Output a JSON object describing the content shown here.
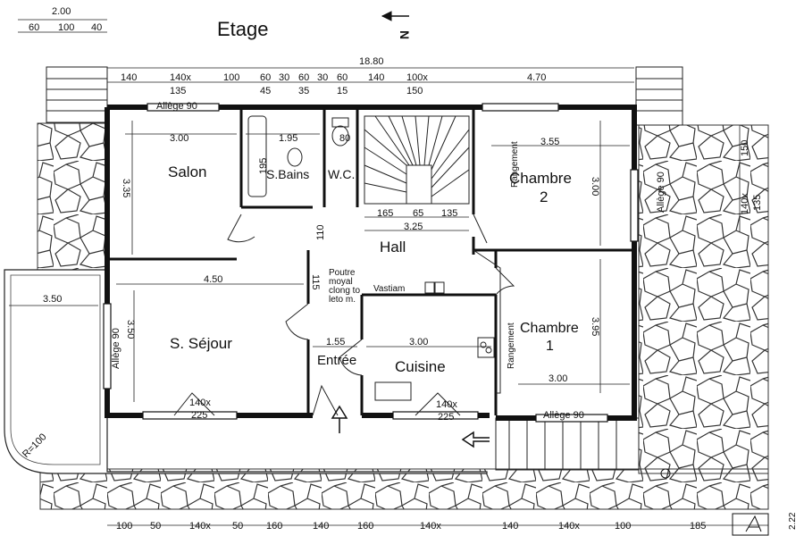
{
  "title": "Etage",
  "north_label": "N",
  "total_width": "18.80",
  "top_left_dims": {
    "total": "2.00",
    "parts": [
      "60",
      "100",
      "40"
    ]
  },
  "top_dims_row1": [
    "140",
    "140x",
    "100",
    "60",
    "30",
    "60",
    "30",
    "60",
    "140",
    "100x",
    "4.70"
  ],
  "top_dims_row2": [
    "135",
    "45",
    "35",
    "15",
    "150"
  ],
  "right_dims": [
    "150",
    "140x",
    "135"
  ],
  "rooms": {
    "salon": "Salon",
    "bains": "S.Bains",
    "wc": "W.C.",
    "chambre2_a": "Chambre",
    "chambre2_b": "2",
    "hall": "Hall",
    "sejour": "S. Séjour",
    "entree": "Entrée",
    "cuisine": "Cuisine",
    "chambre1_a": "Chambre",
    "chambre1_b": "1",
    "vastiam": "Vastiam"
  },
  "labels": {
    "allege_top": "Allège 90",
    "allege_right": "Allège 90",
    "allege_left": "Allège 90",
    "allege_bottom": "Allège 90",
    "rangement1": "Rangement",
    "rangement2": "Rangement",
    "poutre1": "Poutre",
    "poutre2": "moyal",
    "poutre3": "clong to",
    "poutre4": "leto m.",
    "radius": "R=100",
    "corner": "2.22"
  },
  "dims": {
    "salon_w": "3.00",
    "bains_w": "1.95",
    "bains_h": "195",
    "wc_w": "80",
    "salon_h": "3.35",
    "ch2_w": "3.55",
    "ch2_h": "3.00",
    "stair_a": "165",
    "stair_b": "65",
    "stair_c": "135",
    "stair_total": "3.25",
    "hall_h": "110",
    "sejour_w": "4.50",
    "sejour_h": "3.50",
    "hall_small": "115",
    "terrace": "3.50",
    "entree_w": "1.55",
    "cuisine_w": "3.00",
    "ch1_h": "3.95",
    "ch1_w": "3.00",
    "win_sejour_a": "140x",
    "win_sejour_b": "225",
    "win_cuisine_a": "140x",
    "win_cuisine_b": "225"
  },
  "bottom_dims": [
    "100",
    "50",
    "140x",
    "50",
    "160",
    "140",
    "160",
    "140x",
    "140",
    "140x",
    "100",
    "185"
  ]
}
